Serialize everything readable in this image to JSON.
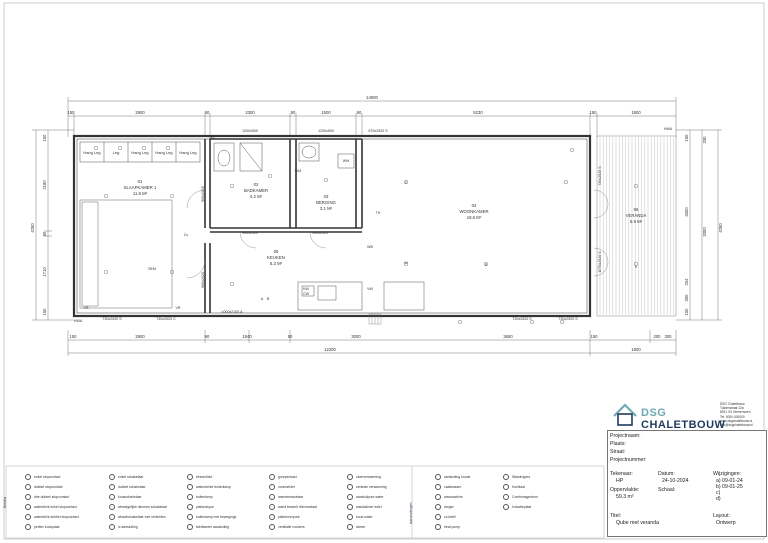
{
  "dims_top_total": "14000",
  "dims_top": [
    "150",
    "2900",
    "90",
    "2300",
    "90",
    "1500",
    "90",
    "5230",
    "150",
    "1800"
  ],
  "dims_bottom": [
    "150",
    "2900",
    "90",
    "1840",
    "90",
    "3000",
    "3650",
    "150",
    "200",
    "300"
  ],
  "dims_bottom_total": "12200",
  "dims_bottom_right": "1800",
  "dims_left": [
    "150",
    "2180",
    "90",
    "1710",
    "150"
  ],
  "dims_left_total": "4280",
  "dims_right_inner": [
    "150",
    "3300",
    "204",
    "300",
    "150"
  ],
  "dims_right_outer": [
    "330",
    "3300",
    "4280"
  ],
  "door_labels_top": [
    "1200x500",
    "1200x500",
    "570x2520 S"
  ],
  "door_labels_mid": [
    "900x2110",
    "900x2110"
  ],
  "door_labels_bottom": [
    "730x2020 S",
    "730x2020 C",
    "1000x2100 A",
    "720x2520 S",
    "730x2520 S"
  ],
  "door_labels_side": [
    "900x2020",
    "730x2520 S",
    "900x2020",
    "1070x2520 S"
  ],
  "rooms": [
    {
      "code": "01",
      "name": "SLAAPKAMER 1",
      "area": "11.8 M²"
    },
    {
      "code": "02",
      "name": "BADKAMER",
      "area": "4.2 M²"
    },
    {
      "code": "03",
      "name": "BERGING",
      "area": "3.1 M²"
    },
    {
      "code": "04",
      "name": "WOONKAMER",
      "area": "18.6 M²"
    },
    {
      "code": "05",
      "name": "KEUKEN",
      "area": "6.3 M²"
    },
    {
      "code": "06",
      "name": "VERANDA",
      "area": "6.9 M²"
    }
  ],
  "closets": [
    "Hang Leg",
    "Leg",
    "Hang Leg",
    "Hang Leg",
    "Hang Leg"
  ],
  "small_labels": [
    "MV",
    "WM",
    "WM",
    "VW",
    "KW",
    "CW",
    "TH",
    "Cv",
    "SEM",
    "VR",
    "VR",
    "WB",
    "HWA",
    "HWA",
    "A",
    "B",
    "C",
    "D",
    "E",
    "M"
  ],
  "logo": {
    "brand_a": "DSG ",
    "brand_b": "CHALETBOUW",
    "color_a": "#6fa8b3",
    "color_b": "#1e3a5f"
  },
  "address": [
    "DSG Chaletbouw",
    "Tuikenstraat 12a",
    "8921 XX Heerenveen",
    "Tel: 0000-000000",
    "www.dsgchaletbouw.nl",
    "info@dsgchaletbouw.nl"
  ],
  "titleblock": {
    "projectnaam": "Projectnaam:",
    "plaats": "Plaats:",
    "straat": "Straat:",
    "projectnummer": "Projectnummer:",
    "tekenaar_lbl": "Tekenaar:",
    "tekenaar_val": "HP",
    "datum_lbl": "Datum:",
    "datum_val": "24-10-2024",
    "wijz_lbl": "Wijzigingen:",
    "wijz_a": "a) 09-01-24",
    "wijz_b": "b) 09-01-25",
    "wijz_c": "c)",
    "wijz_d": "d)",
    "opp_lbl": "Oppervlakte:",
    "opp_val": "59.3 m²",
    "schaal_lbl": "Schaal:",
    "titel_lbl": "Titel:",
    "titel_val": "Qube met veranda",
    "layout_lbl": "Layout:",
    "layout_val": "Ontwerp"
  },
  "legend_side_a": "Elektra",
  "legend_side_b": "Aansluitingen",
  "legend_cols": [
    [
      "enkel stopcontact",
      "dubbel stopcontact",
      "drie dubbel stopcontact",
      "waterdicht enkel stopcontact",
      "waterdicht dubbel stopcontact",
      "perilex kookplaat"
    ],
    [
      "enkel schakelaar",
      "dubbel schakelaar",
      "kruisschakelaar",
      "wisselgelijke dimmen schakelaar",
      "wisselschakelaar met verlichten",
      "lc aansluiting"
    ],
    [
      "binnenlicht",
      "waterdichte buitenlamp",
      "buitenlamp",
      "plafondspot",
      "buitenlamp met bewegings",
      "fabrikanter aansluiting"
    ],
    [
      "groepenkast",
      "rookmelder",
      "warmtewisselaar",
      "wand bewerk thermostaat",
      "plafonnierpunt",
      "ventilatie roosters"
    ],
    [
      "vloerverwarming",
      "centrale verwarming",
      "aansluitpunt water",
      "wandafvoer toilet",
      "koud water",
      "afvoer"
    ],
    [
      "aansluiting koude",
      "vaatwasser",
      "wasmachine",
      "droger",
      "cv-ketel",
      "heat pump"
    ],
    [
      "Wasdrogers",
      "Koelkast",
      "Combimagnetron",
      "Inductieplaat"
    ]
  ]
}
